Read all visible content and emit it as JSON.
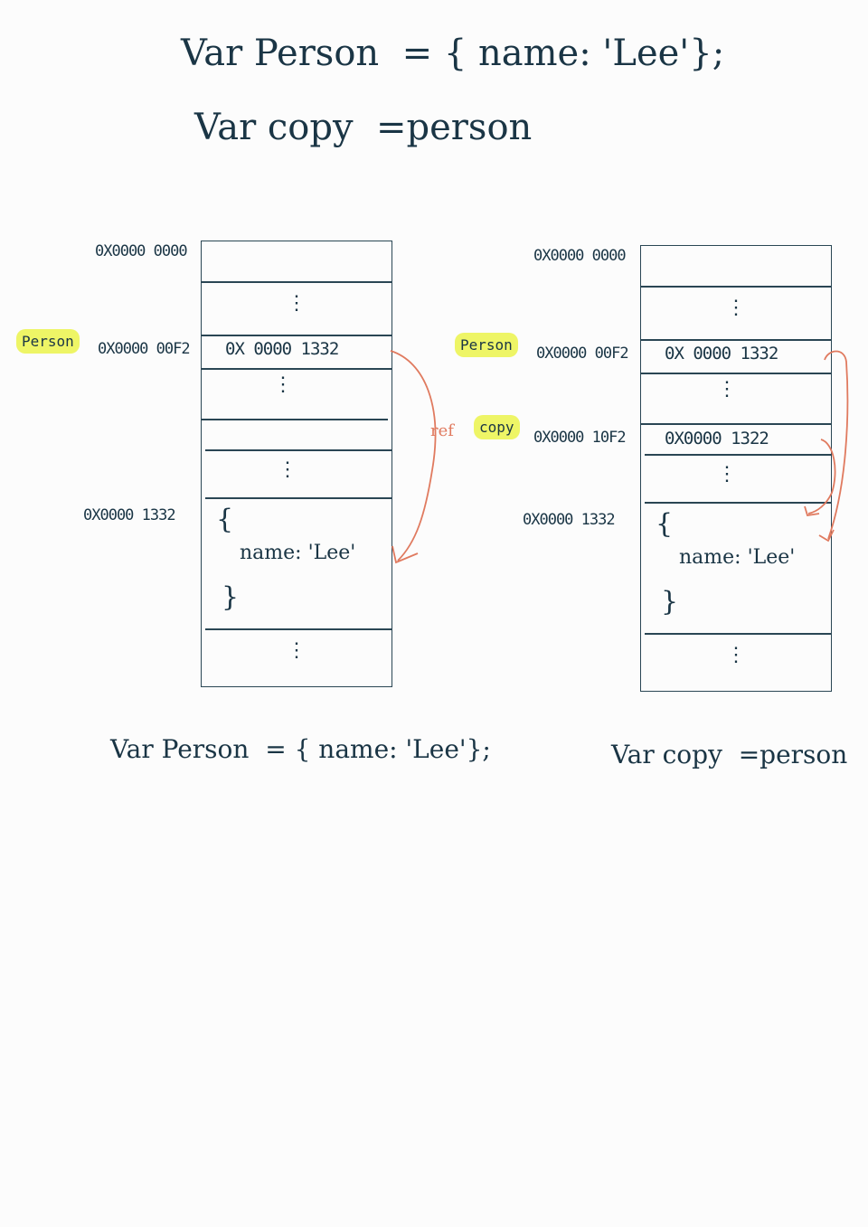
{
  "header": {
    "line1": "Var Person  = { name: 'Lee'};",
    "line2": "Var copy  =person"
  },
  "left": {
    "addr_start": "0X0000 0000",
    "addr_person": "0X0000 00F2",
    "addr_obj": "0X0000 1332",
    "label_person": "Person",
    "person_value": "0X 0000 1332",
    "dots": "⋮",
    "obj_open": "{",
    "obj_prop": "name: 'Lee'",
    "obj_close": "}",
    "ref_label": "ref",
    "caption": "Var Person  = { name: 'Lee'};"
  },
  "right": {
    "addr_start": "0X0000 0000",
    "addr_person": "0X0000 00F2",
    "addr_copy": "0X0000 10F2",
    "addr_obj": "0X0000 1332",
    "label_person": "Person",
    "label_copy": "copy",
    "person_value": "0X 0000 1332",
    "copy_value": "0X0000 1322",
    "dots": "⋮",
    "obj_open": "{",
    "obj_prop": "name: 'Lee'",
    "obj_close": "}",
    "caption": "Var copy  =person"
  },
  "colors": {
    "ink": "#1a3545",
    "highlight": "#eef566",
    "arrow": "#e07a5f"
  }
}
